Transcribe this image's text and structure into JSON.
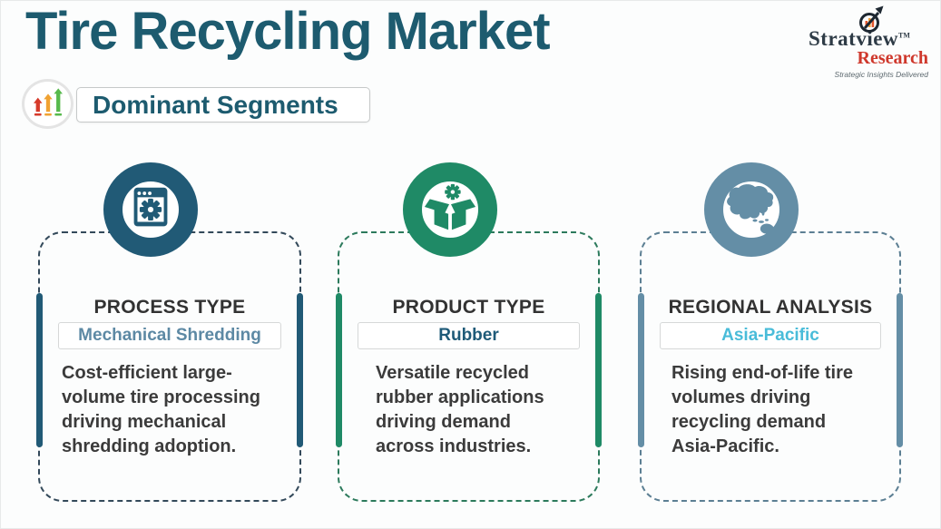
{
  "page": {
    "title": "Tire Recycling Market",
    "title_color": "#1d5b6f",
    "background": "#fcfdfd"
  },
  "header": {
    "badge": {
      "label": "Dominant Segments",
      "icon": "rising-arrows-icon",
      "arrow_colors": [
        "#d63a2a",
        "#f0a232",
        "#57b94c"
      ]
    }
  },
  "brand": {
    "name": "Stratview",
    "trademark": "TM",
    "research": "Research",
    "tagline": "Strategic Insights Delivered",
    "icon": "magnifier-chart-arrow-icon",
    "name_color": "#2e3b46",
    "research_color": "#cf382c"
  },
  "cards": [
    {
      "heading": "PROCESS TYPE",
      "value": "Mechanical Shredding",
      "description": "Cost-efficient large-volume tire processing driving mechanical shredding adoption.",
      "icon": "browser-gear-icon",
      "accent": "#215a76",
      "dash_color": "#33495a",
      "value_color": "#5d89a4"
    },
    {
      "heading": "PRODUCT TYPE",
      "value": "Rubber",
      "description": "Versatile recycled rubber applications driving demand across industries.",
      "icon": "open-box-gear-icon",
      "accent": "#1f8a66",
      "dash_color": "#2c7a5c",
      "value_color": "#1e5a78"
    },
    {
      "heading": "REGIONAL ANALYSIS",
      "value": "Asia-Pacific",
      "description": "Rising end-of-life tire volumes driving recycling demand Asia-Pacific.",
      "icon": "asia-pacific-map-icon",
      "accent": "#648ea6",
      "dash_color": "#5c7f93",
      "value_color": "#49bcd9"
    }
  ]
}
